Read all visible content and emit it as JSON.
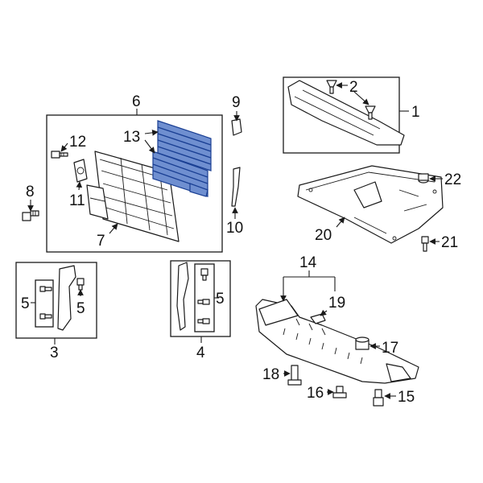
{
  "callouts": {
    "c1": "1",
    "c2": "2",
    "c3": "3",
    "c4": "4",
    "c5a": "5",
    "c5b": "5",
    "c5c": "5",
    "c6": "6",
    "c7": "7",
    "c8": "8",
    "c9": "9",
    "c10": "10",
    "c11": "11",
    "c12": "12",
    "c13": "13",
    "c14": "14",
    "c15": "15",
    "c16": "16",
    "c17": "17",
    "c18": "18",
    "c19": "19",
    "c20": "20",
    "c21": "21",
    "c22": "22"
  },
  "colors": {
    "highlight": "#6f8fd0",
    "highlight_stroke": "#1a3f93",
    "line": "#1a1a1a",
    "background": "#ffffff"
  }
}
